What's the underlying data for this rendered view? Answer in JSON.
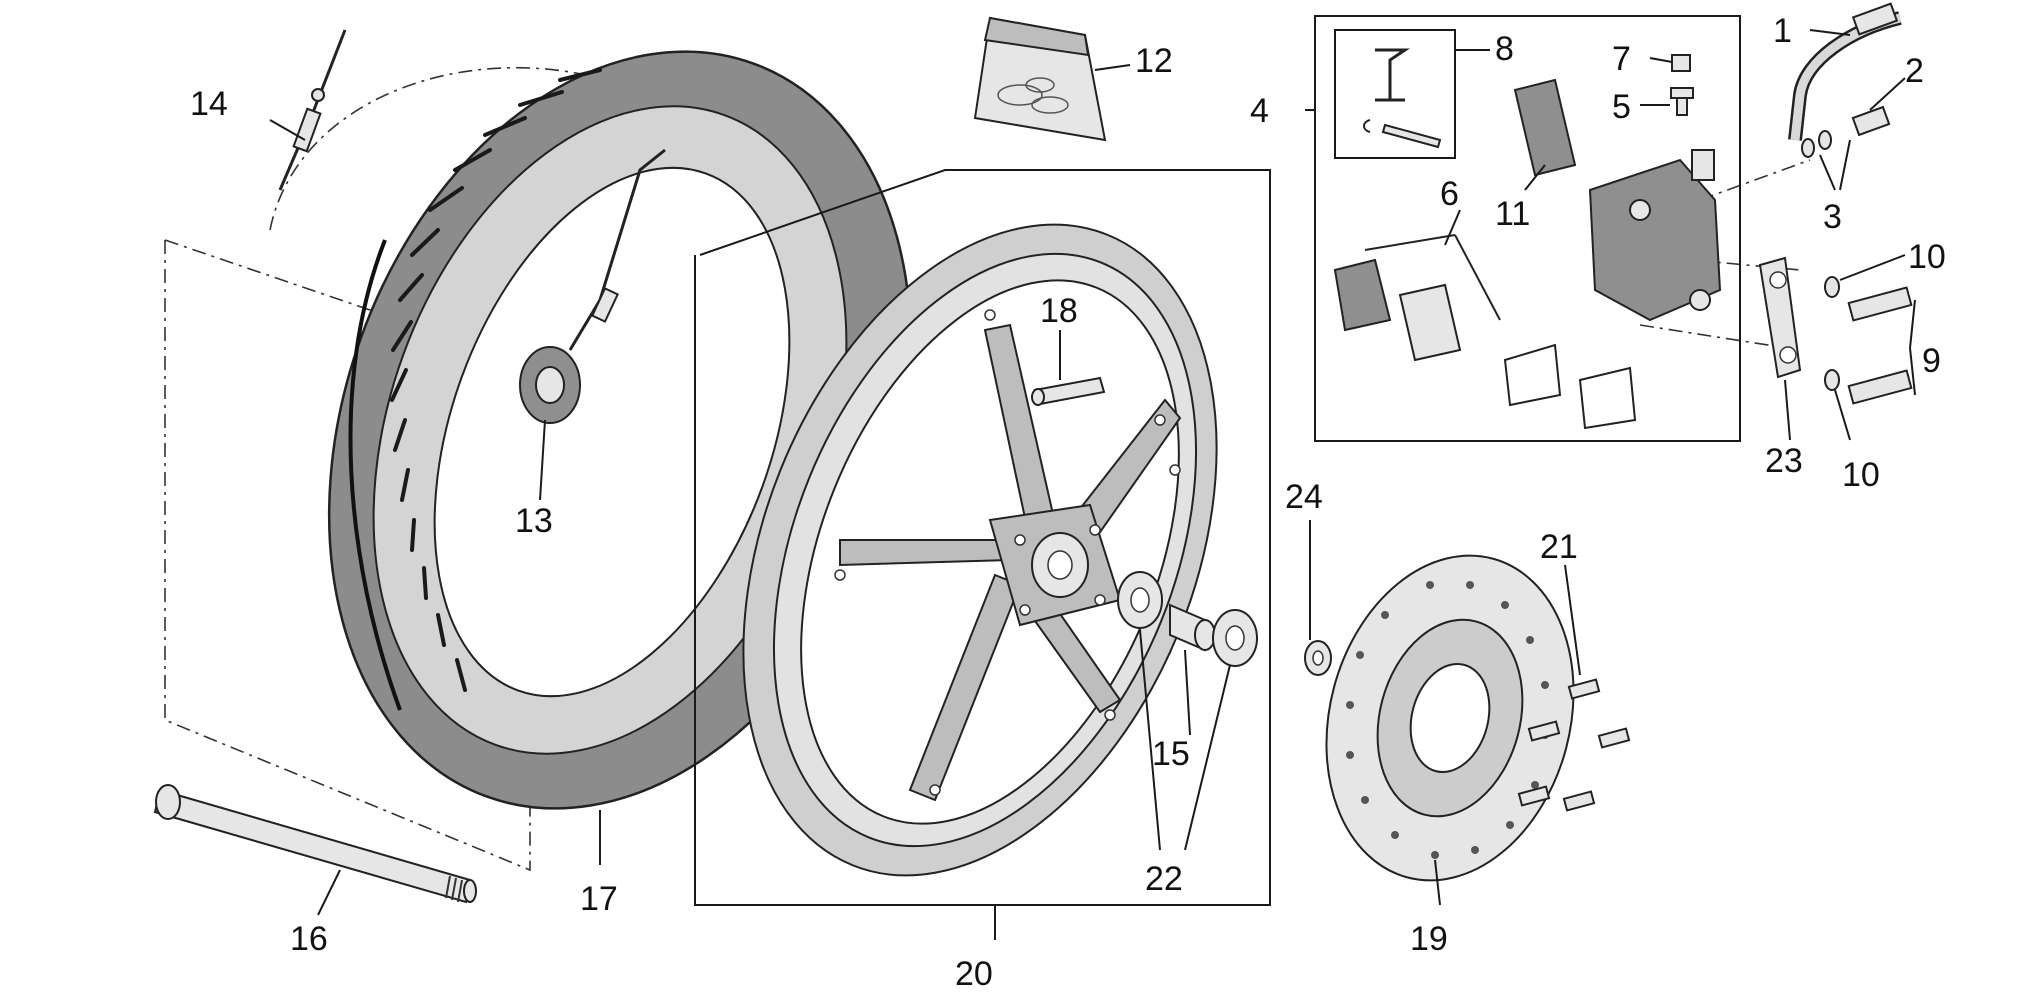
{
  "callouts": {
    "c1": "1",
    "c2": "2",
    "c3": "3",
    "c4": "4",
    "c5": "5",
    "c6": "6",
    "c7": "7",
    "c8": "8",
    "c9": "9",
    "c10a": "10",
    "c10b": "10",
    "c11": "11",
    "c12": "12",
    "c13": "13",
    "c14": "14",
    "c15": "15",
    "c16": "16",
    "c17": "17",
    "c18": "18",
    "c19": "19",
    "c20": "20",
    "c21": "21",
    "c22": "22",
    "c23": "23",
    "c24": "24"
  },
  "colors": {
    "tyre": "#8c8c8c",
    "rim": "#cfcfcf",
    "line": "#1a1a1a"
  }
}
